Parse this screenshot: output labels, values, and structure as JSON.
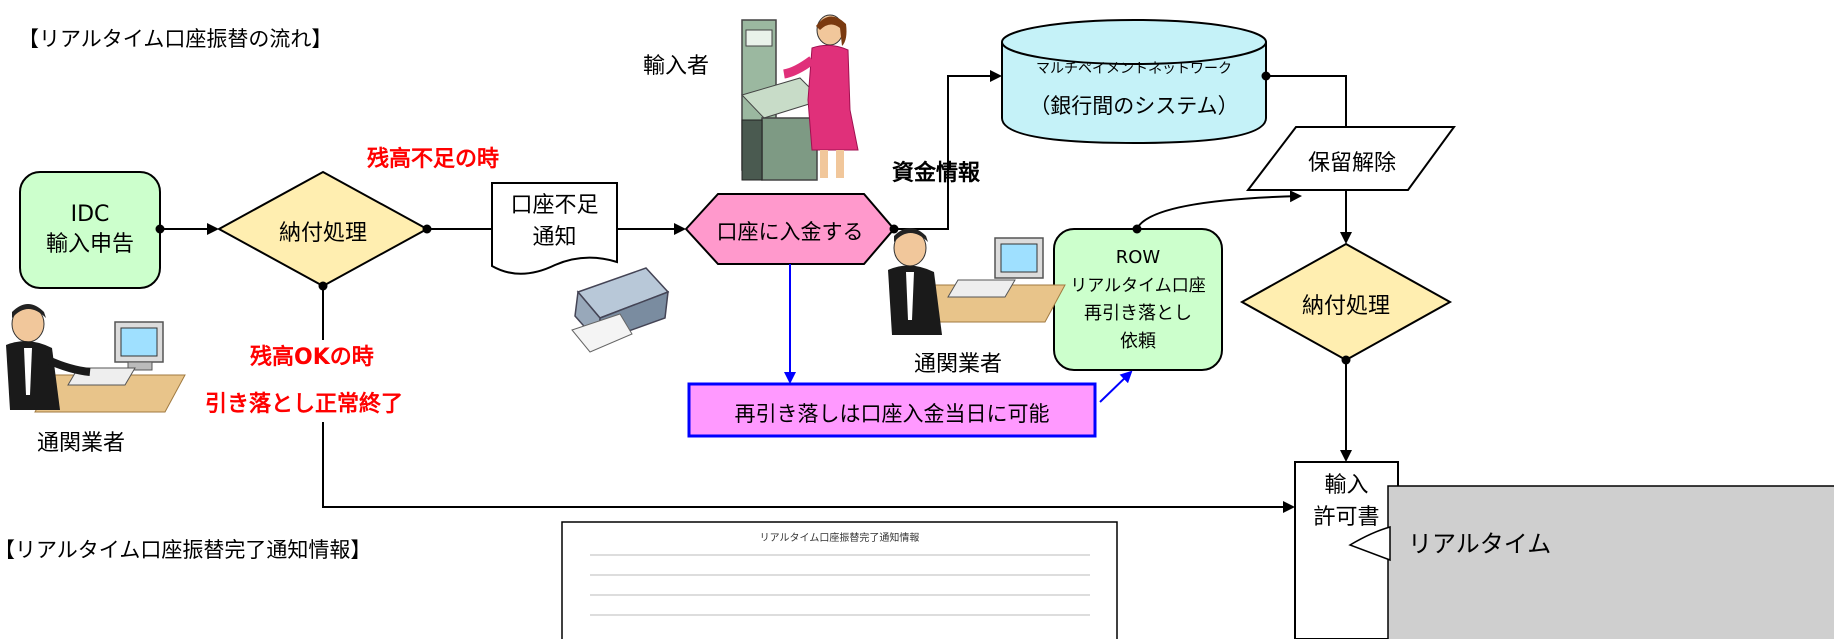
{
  "diagram": {
    "title": "【リアルタイム口座振替の流れ】",
    "nodes": {
      "idc": {
        "line1": "IDC",
        "line2": "輸入申告"
      },
      "payment1": "納付処理",
      "shortage_notice": {
        "line1": "口座不足",
        "line2": "通知"
      },
      "deposit": "口座に入金する",
      "network": {
        "line1": "マルチペイメントネットワーク",
        "line2": "（銀行間のシステム）"
      },
      "hold_release": "保留解除",
      "row": {
        "line1": "ROW",
        "line2": "リアルタイム口座",
        "line3": "再引き落とし",
        "line4": "依頼"
      },
      "payment2": "納付処理",
      "redebit_note": "再引き落しは口座入金当日に可能",
      "import_permit": {
        "line1": "輸入",
        "line2": "許可書"
      },
      "realtime_card": "リアルタイム"
    },
    "labels": {
      "insufficient": "残高不足の時",
      "ok": "残高OKの時",
      "normal_end": "引き落とし正常終了",
      "funds_info": "資金情報",
      "importer": "輸入者",
      "broker_left": "通関業者",
      "broker_mid": "通関業者"
    },
    "bottom": {
      "section_title": "【リアルタイム口座振替完了通知情報】",
      "doc_title": "リアルタイム口座振替完了通知情報"
    },
    "colors": {
      "idc_fill": "#ccffcc",
      "diamond_fill": "#ffeeb0",
      "hex_fill": "#ff99cc",
      "network_fill": "#c5f2f8",
      "row_fill": "#ccffcc",
      "note_fill": "#ff99ff",
      "note_border": "#0000ff",
      "alert_text": "#ff0000",
      "card_fill": "#cfcfcf"
    }
  }
}
